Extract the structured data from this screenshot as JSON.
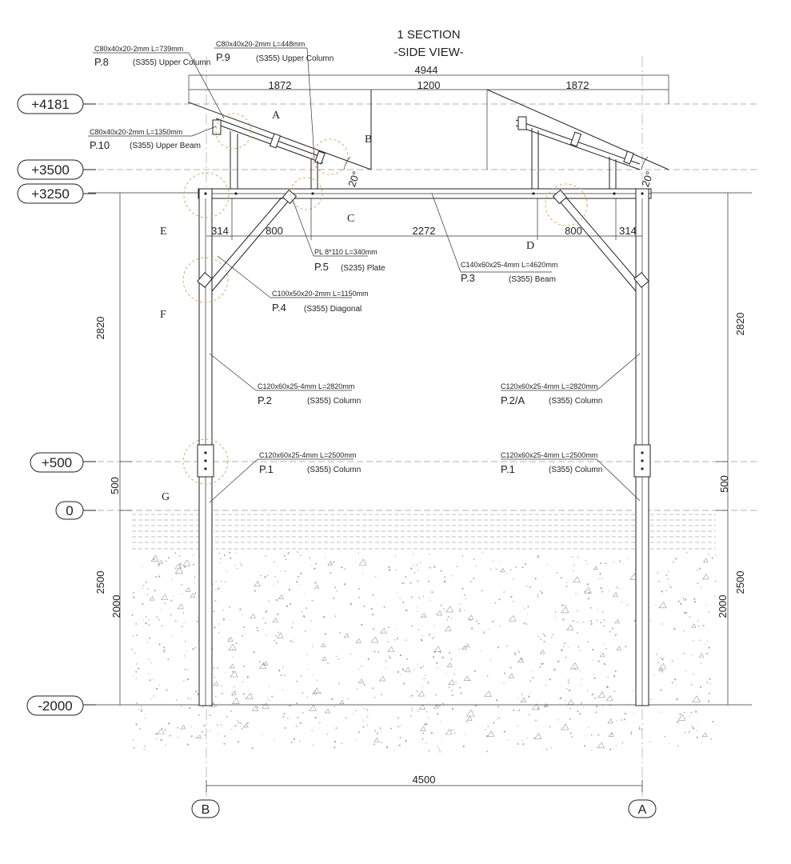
{
  "title": {
    "line1": "1 SECTION",
    "line2": "-SIDE VIEW-"
  },
  "levels": [
    "+4181",
    "+3500",
    "+3250",
    "+500",
    "0",
    "-2000"
  ],
  "dimensions": {
    "overall_top": "4944",
    "top_left": "1872",
    "top_mid": "1200",
    "top_right": "1872",
    "beam_left_edge": "314",
    "beam_left_brace": "800",
    "beam_mid": "2272",
    "beam_right_brace": "800",
    "beam_right_edge": "314",
    "left_height": "2820",
    "right_height": "2820",
    "left_above_ground": "500",
    "right_above_ground": "500",
    "left_embed_total": "2500",
    "left_embed": "2000",
    "right_embed_total": "2500",
    "right_embed": "2000",
    "bottom_span": "4500"
  },
  "angles": {
    "left": "20°",
    "right": "20°"
  },
  "details": [
    "A",
    "B",
    "C",
    "D",
    "E",
    "F",
    "G"
  ],
  "axes": {
    "left": "B",
    "right": "A"
  },
  "parts": [
    {
      "id": "p8",
      "spec": "C80x40x20-2mm   L=739mm",
      "num": "P.8",
      "mat": "(S355) Upper Column"
    },
    {
      "id": "p9",
      "spec": "C80x40x20-2mm    L=448mm",
      "num": "P.9",
      "mat": "(S355) Upper Column"
    },
    {
      "id": "p10",
      "spec": "C80x40x20-2mm    L=1350mm",
      "num": "P.10",
      "mat": "(S355) Upper Beam"
    },
    {
      "id": "p5",
      "spec": "PL 8*110    L=340mm",
      "num": "P.5",
      "mat": "(S235) Plate"
    },
    {
      "id": "p3",
      "spec": "C140x60x25-4mm  L=4620mm",
      "num": "P.3",
      "mat": "(S355) Beam"
    },
    {
      "id": "p4",
      "spec": "C100x50x20-2mm  L=1150mm",
      "num": "P.4",
      "mat": "(S355) Diagonal"
    },
    {
      "id": "p2",
      "spec": "C120x60x25-4mm  L=2820mm",
      "num": "P.2",
      "mat": "(S355) Column"
    },
    {
      "id": "p2a",
      "spec": "C120x60x25-4mm  L=2820mm",
      "num": "P.2/A",
      "mat": "(S355) Column"
    },
    {
      "id": "p1l",
      "spec": "C120x60x25-4mm  L=2500mm",
      "num": "P.1",
      "mat": "(S355) Column"
    },
    {
      "id": "p1r",
      "spec": "C120x60x25-4mm  L=2500mm",
      "num": "P.1",
      "mat": "(S355) Column"
    }
  ]
}
